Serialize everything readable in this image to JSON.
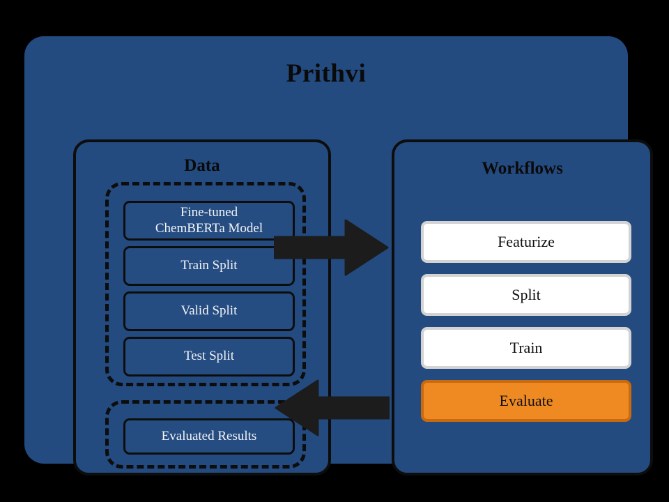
{
  "diagram": {
    "title": "Prithvi",
    "background_color": "#000000",
    "panel_color": "#244b80",
    "accent_color": "#ef8a22"
  },
  "data_panel": {
    "title": "Data",
    "splits_group": {
      "items": [
        {
          "label": "Fine-tuned\nChemBERTa  Model",
          "line1": "Fine-tuned",
          "line2": "ChemBERTa  Model"
        },
        {
          "label": "Train Split"
        },
        {
          "label": "Valid Split"
        },
        {
          "label": "Test Split"
        }
      ]
    },
    "results_group": {
      "items": [
        {
          "label": "Evaluated Results"
        }
      ]
    }
  },
  "workflows_panel": {
    "title": "Workflows",
    "steps": [
      {
        "label": "Featurize",
        "highlighted": false
      },
      {
        "label": "Split",
        "highlighted": false
      },
      {
        "label": "Train",
        "highlighted": false
      },
      {
        "label": "Evaluate",
        "highlighted": true
      }
    ]
  },
  "arrows": [
    {
      "name": "data-to-workflows",
      "direction": "right"
    },
    {
      "name": "workflows-to-results",
      "direction": "left"
    }
  ]
}
